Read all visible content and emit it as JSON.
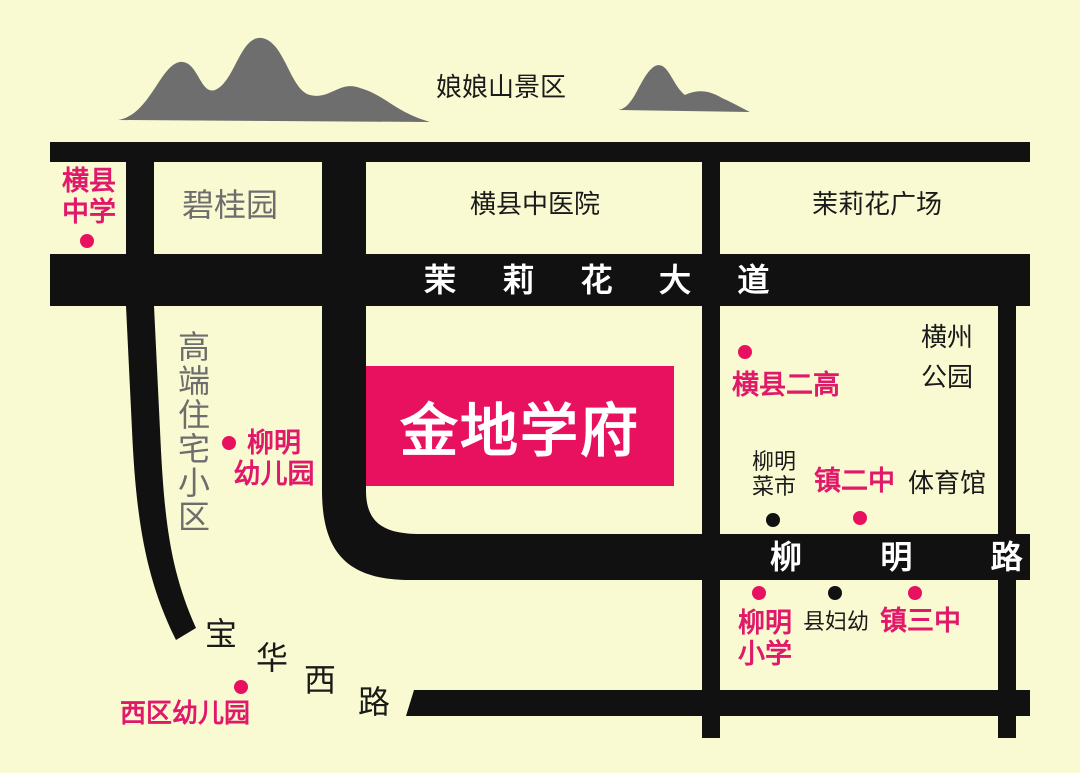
{
  "colors": {
    "background": "#fafad2",
    "road": "#111111",
    "accent": "#e8115f",
    "mountain": "#6e6e6e"
  },
  "scenic": {
    "label": "娘娘山景区"
  },
  "roads": {
    "jasmine_avenue": "茉 莉 花 大 道",
    "liuming_road": "柳 明 路",
    "baohua_west_road": [
      "宝",
      "华",
      "西",
      "路"
    ]
  },
  "places": {
    "biguiyuan": "碧桂园",
    "tcm_hospital": "横县中医院",
    "jasmine_square": "茉莉花广场",
    "residential": "高端住宅小区",
    "hengzhou_park_1": "横州",
    "hengzhou_park_2": "公园",
    "stadium": "体育馆"
  },
  "project": {
    "name": "金地学府"
  },
  "schools": {
    "hengxian_middle_1": "横县",
    "hengxian_middle_2": "中学",
    "hengxian_no2_high": "横县二高",
    "liuming_kindergarten_1": "柳明",
    "liuming_kindergarten_2": "幼儿园",
    "town_no2_middle": "镇二中",
    "town_no3_middle": "镇三中",
    "liuming_primary_1": "柳明",
    "liuming_primary_2": "小学",
    "xiqu_kindergarten": "西区幼儿园"
  },
  "facilities": {
    "liuming_market_1": "柳明",
    "liuming_market_2": "菜市",
    "maternal_child": "县妇幼"
  }
}
